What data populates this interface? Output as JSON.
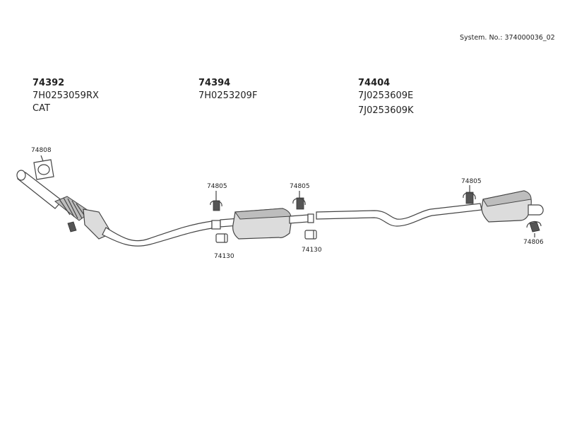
{
  "system_number": "System. No.: 374000036_02",
  "groups": [
    {
      "part": "74392",
      "codes": [
        "7H0253059RX",
        "CAT"
      ]
    },
    {
      "part": "74394",
      "codes": [
        "7H0253209F"
      ]
    },
    {
      "part": "74404",
      "codes": [
        "7J0253609E",
        "7J0253609K"
      ]
    }
  ],
  "callouts": {
    "gasket": "74808",
    "clamp_a": "74805",
    "clamp_b": "74805",
    "clamp_c": "74805",
    "connector_a": "74130",
    "connector_b": "74130",
    "end_clamp": "74806"
  }
}
